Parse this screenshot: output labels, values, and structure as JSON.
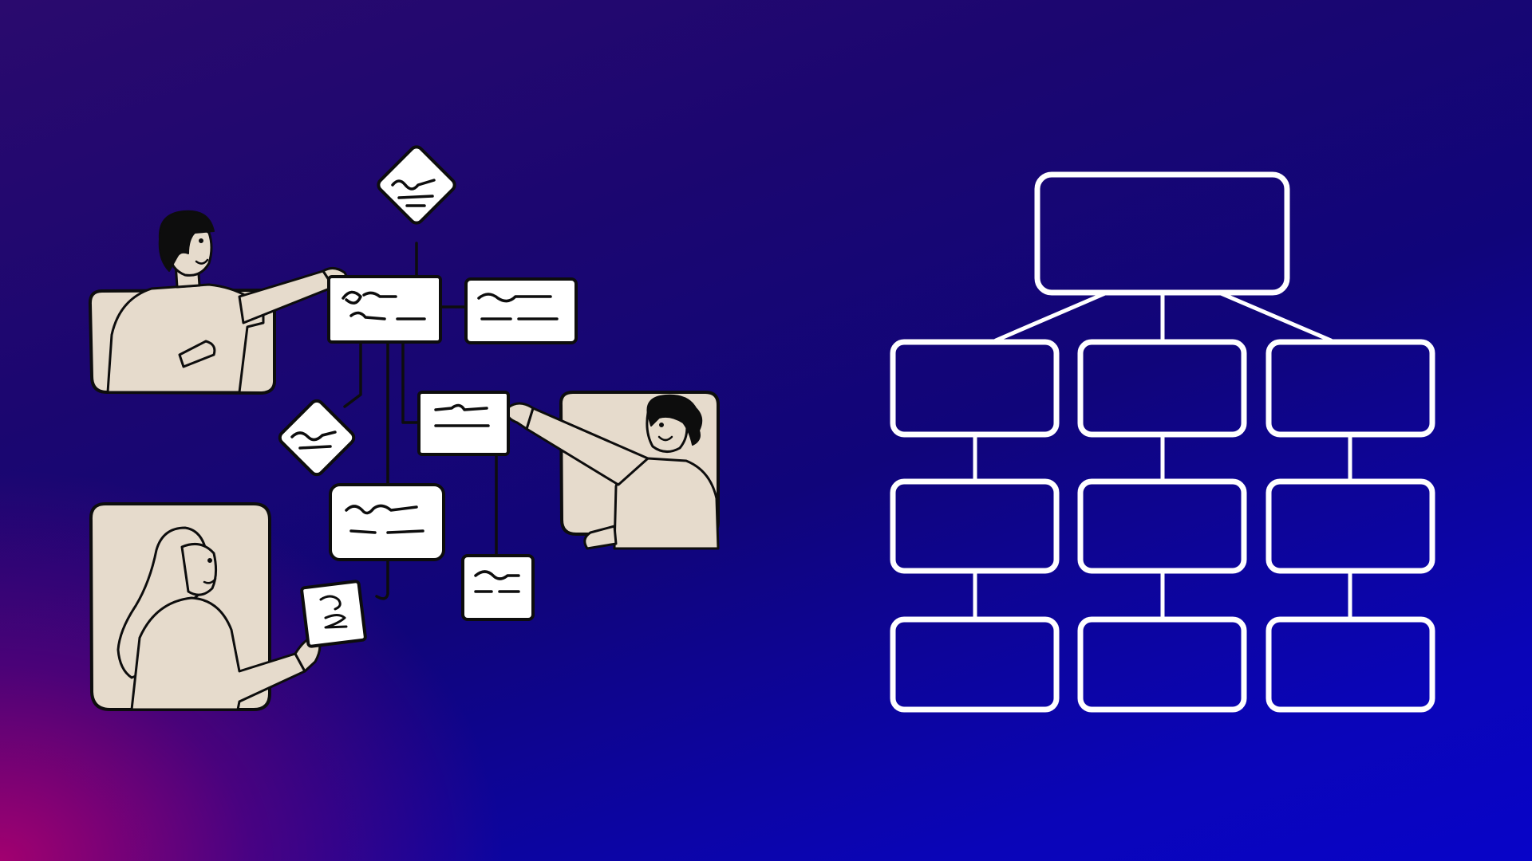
{
  "colors": {
    "card_fill": "#e6dbcc",
    "ink": "#0d0d0d",
    "note_fill": "#ffffff",
    "chart_stroke": "#ffffff",
    "bg_top": "#1b0670",
    "bg_bottom_right": "#0804c8",
    "bg_bottom_left": "#a4006e"
  },
  "icons": {
    "illustration": "people-building-flowchart-illustration",
    "org_chart": "hierarchy-chart-icon"
  },
  "org_chart": {
    "levels": 4,
    "root_count": 1,
    "columns": 3,
    "rows_under_root": 3
  }
}
